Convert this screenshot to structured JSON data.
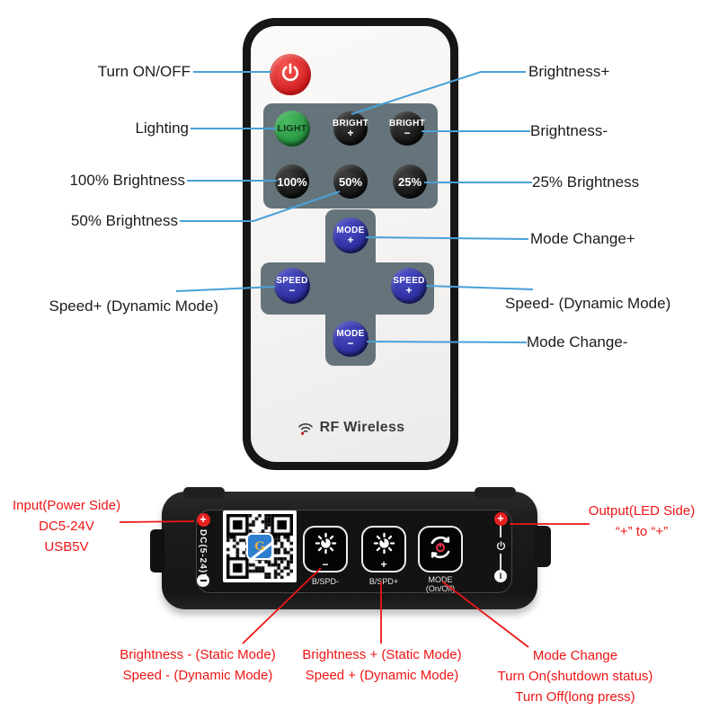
{
  "remote": {
    "brand_label": "RF Wireless",
    "buttons": {
      "light": {
        "label": "LIGHT"
      },
      "bright_plus": {
        "line1": "BRIGHT",
        "line2": "+"
      },
      "bright_minus": {
        "line1": "BRIGHT",
        "line2": "−"
      },
      "pct100": {
        "label": "100%"
      },
      "pct50": {
        "label": "50%"
      },
      "pct25": {
        "label": "25%"
      },
      "mode_plus": {
        "line1": "MODE",
        "line2": "+"
      },
      "speed_minus": {
        "line1": "SPEED",
        "line2": "−"
      },
      "speed_plus": {
        "line1": "SPEED",
        "line2": "+"
      },
      "mode_minus": {
        "line1": "MODE",
        "line2": "−"
      }
    }
  },
  "controller": {
    "input_plus": "+",
    "output_plus": "+",
    "input_voltage_label": "DC(5-24)V",
    "power_marker": "I",
    "qr_logo_letter": "G",
    "buttons": {
      "b_spd_minus": {
        "label": "B/SPD-",
        "symbol": "−"
      },
      "b_spd_plus": {
        "label": "B/SPD+",
        "symbol": "+"
      },
      "mode": {
        "label_line1": "MODE",
        "label_line2": "(On/Off)"
      }
    }
  },
  "callouts": {
    "left": [
      "Turn ON/OFF",
      "Lighting",
      "100% Brightness",
      "50% Brightness",
      "Speed+ (Dynamic Mode)"
    ],
    "right": [
      "Brightness+",
      "Brightness-",
      "25% Brightness",
      "Mode Change+",
      "Speed- (Dynamic Mode)",
      "Mode Change-"
    ],
    "input": [
      "Input(Power Side)",
      "DC5-24V",
      "USB5V"
    ],
    "output": [
      "Output(LED Side)",
      "“+” to “+”"
    ],
    "bottom_left": [
      "Brightness - (Static Mode)",
      "Speed - (Dynamic Mode)"
    ],
    "bottom_mid": [
      "Brightness + (Static Mode)",
      "Speed + (Dynamic Mode)"
    ],
    "bottom_right": [
      "Mode Change",
      "Turn On(shutdown status)",
      "Turn Off(long press)"
    ]
  },
  "colors": {
    "accent_blue": "#4aa0d8",
    "accent_red": "#ee1515",
    "power_button_red": "#e2262a",
    "button_green": "#2fa24b",
    "button_blue": "#3437ae",
    "keypad_gray": "#65747b"
  }
}
